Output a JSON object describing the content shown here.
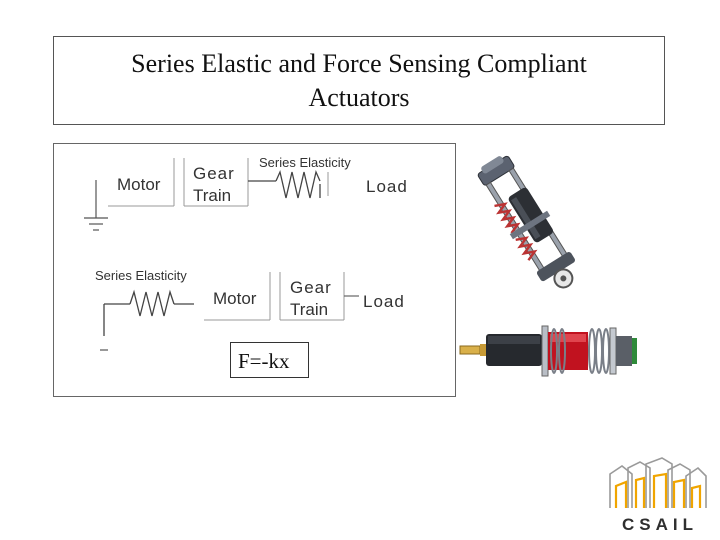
{
  "slide": {
    "title": "Series Elastic and Force Sensing Compliant Actuators"
  },
  "diagram": {
    "top": {
      "motor": "Motor",
      "gear_line1": "Gear",
      "gear_line2": "Train",
      "spring_label": "Series Elasticity",
      "load": "Load"
    },
    "bottom": {
      "spring_label": "Series Elasticity",
      "motor": "Motor",
      "gear_line1": "Gear",
      "gear_line2": "Train",
      "load": "Load"
    },
    "formula": "F=-kx"
  },
  "logo": {
    "text": "CSAIL",
    "colors": {
      "text": "#2f2f2f",
      "accent": "#f0a500",
      "outline": "#9a9a9a"
    }
  },
  "photos": {
    "actuator_vertical": "series-elastic-actuator-photo",
    "actuator_horizontal": "force-sensing-actuator-photo"
  }
}
